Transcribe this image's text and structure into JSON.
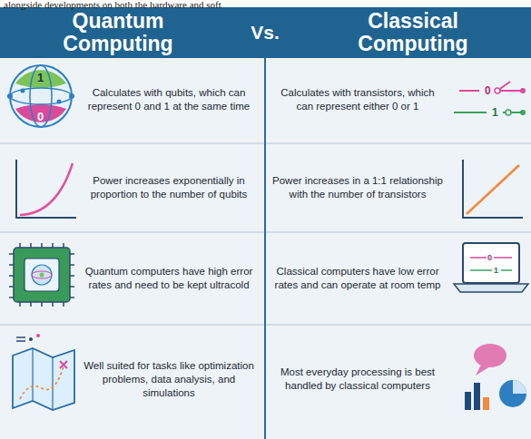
{
  "diagram": {
    "nodes": [
      {
        "text": [
          "Quantum Computing",
          "Vs.",
          "Classical Computing"
        ]
      },
      {
        "text": [
          "Calculates with qubits, which can represent 0 and 1 at the same time"
        ]
      },
      {
        "text": [
          "Calculates with transistors, which can represent either 0 or 1"
        ]
      },
      {
        "text": [
          "Power increases exponentially in proportion to the number of qubits"
        ]
      },
      {
        "text": [
          "Power increases in a 1:1 relationship with the number of transistors"
        ]
      },
      {
        "text": [
          "Quantum computers have high error rates and need to be kept ultracold"
        ]
      },
      {
        "text": [
          "Classical computers have low error rates and can operate at room temp"
        ]
      },
      {
        "text": [
          "Well suited for tasks like optimization problems, data analysis, and simulations"
        ]
      },
      {
        "text": [
          "Most everyday processing is best handled by classical computers"
        ]
      }
    ],
    "labels": [
      "alongside developments on both the hardware and soft",
      "1",
      "0",
      "0",
      "1",
      "0",
      "1"
    ]
  }
}
